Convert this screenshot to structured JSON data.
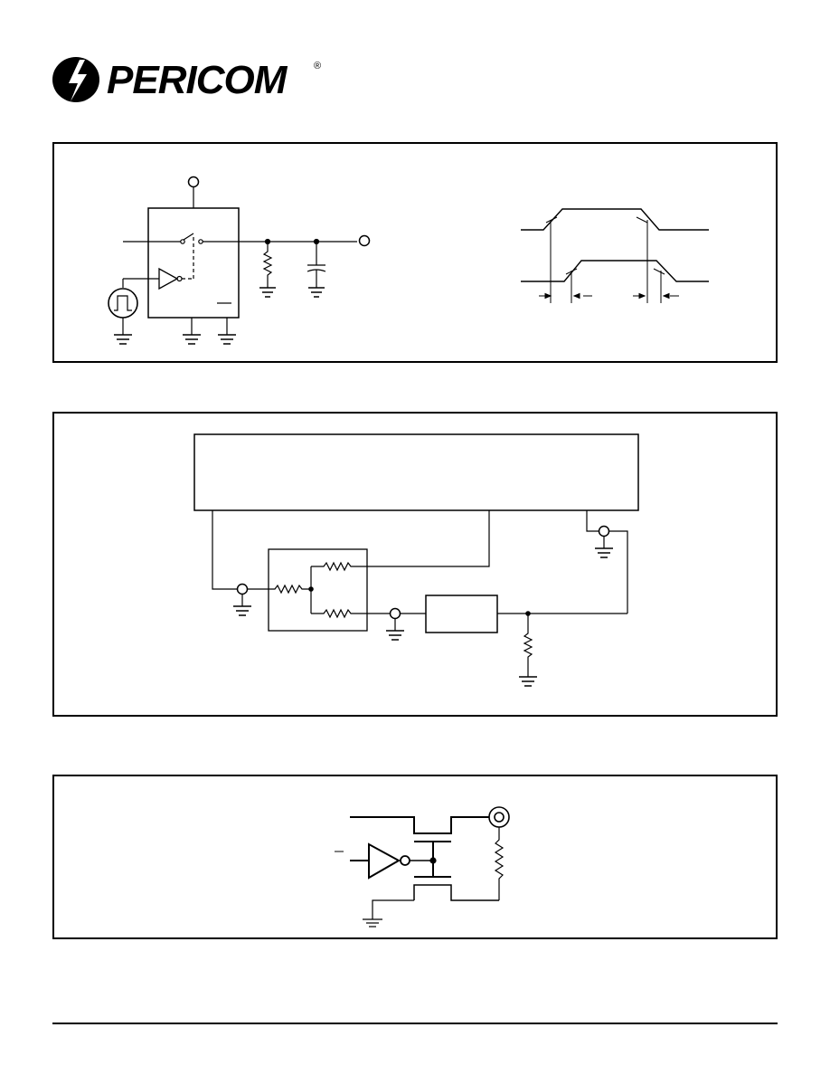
{
  "header": {
    "brand_name": "PERICOM",
    "registered_mark": "®"
  },
  "colors": {
    "ink": "#000000",
    "paper": "#ffffff"
  },
  "figures": [
    {
      "id": "switching-test-circuit-and-timing"
    },
    {
      "id": "block-diagram-with-resistor-network"
    },
    {
      "id": "output-stage-schematic"
    }
  ],
  "icons": [
    "pericom-logo-icon",
    "pulse-generator-icon",
    "ground-icon",
    "resistor-icon",
    "capacitor-icon",
    "buffer-icon",
    "inverter-icon",
    "coax-connector-icon"
  ]
}
